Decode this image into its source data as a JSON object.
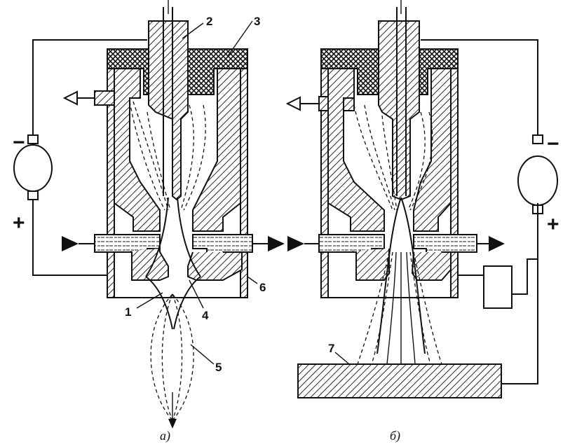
{
  "labels": {
    "n1": "1",
    "n2": "2",
    "n3": "3",
    "n4": "4",
    "n5": "5",
    "n6": "6",
    "n7": "7"
  },
  "signs": {
    "minus": "−",
    "plus": "+"
  },
  "captions": {
    "a": "а)",
    "b": "б)"
  },
  "colors": {
    "ink": "#111111",
    "background": "#ffffff"
  }
}
